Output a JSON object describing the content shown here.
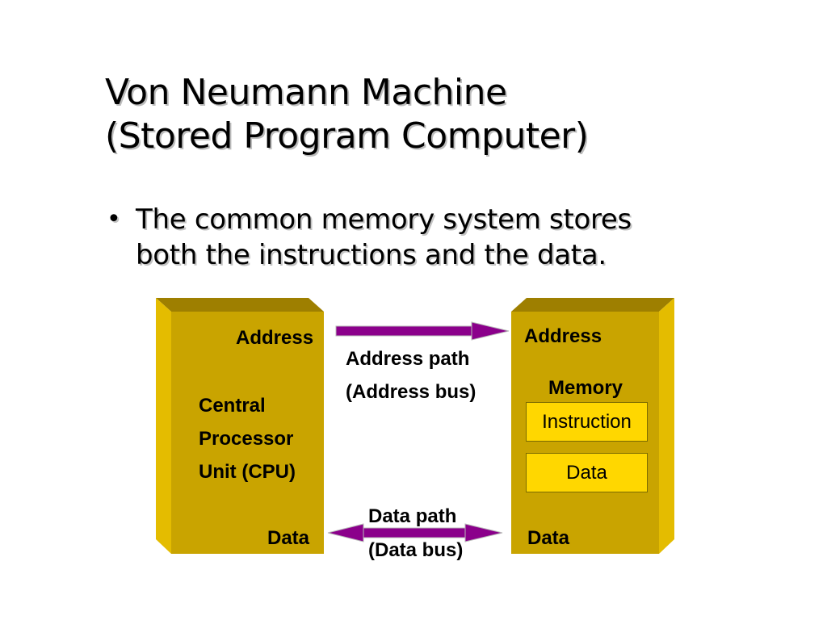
{
  "slide": {
    "title_line1": "Von Neumann Machine",
    "title_line2": "(Stored Program Computer)",
    "bullet_symbol": "•",
    "bullet_line1": "The common memory system stores",
    "bullet_line2": "both the instructions and the data."
  },
  "diagram": {
    "cpu": {
      "address_label": "Address",
      "name_line1": "Central",
      "name_line2": "Processor",
      "name_line3": "Unit (CPU)",
      "data_label": "Data"
    },
    "memory": {
      "address_label": "Address",
      "name": "Memory",
      "instruction_label": "Instruction",
      "data_box_label": "Data",
      "data_label": "Data"
    },
    "address_path": {
      "line1": "Address path",
      "line2": "(Address bus)"
    },
    "data_path": {
      "line1": "Data path",
      "line2": "(Data bus)"
    },
    "colors": {
      "block_front": "#c9a400",
      "block_side": "#e4bc00",
      "block_top": "#9e7f00",
      "arrow": "#8b008b",
      "memory_box": "#ffd700"
    }
  }
}
